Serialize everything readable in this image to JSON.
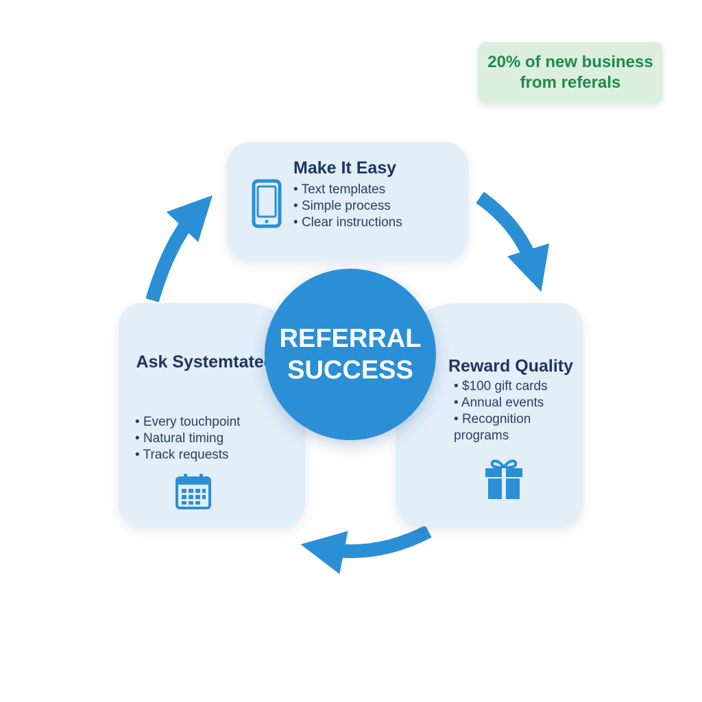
{
  "stat": {
    "text": "20% of new business from referals"
  },
  "center": {
    "title": "REFERRAL SUCCESS"
  },
  "cards": {
    "top": {
      "title": "Make It Easy",
      "items": [
        "Text templates",
        "Simple process",
        "Clear instructions"
      ],
      "icon": "smartphone-icon"
    },
    "right": {
      "title": "Reward Quality",
      "items": [
        "$100 gift cards",
        "Annual events",
        "Recognition programs"
      ],
      "icon": "gift-icon"
    },
    "left": {
      "title": "Ask Systemtateely",
      "items": [
        "Every touchpoint",
        "Natural timing",
        "Track requests"
      ],
      "icon": "calendar-icon"
    }
  },
  "colors": {
    "accent": "#2b8fd6",
    "card_background": "#e2eef8",
    "stat_background": "#dcefdf",
    "stat_text": "#1f8a4c",
    "heading_text": "#1e3560"
  }
}
